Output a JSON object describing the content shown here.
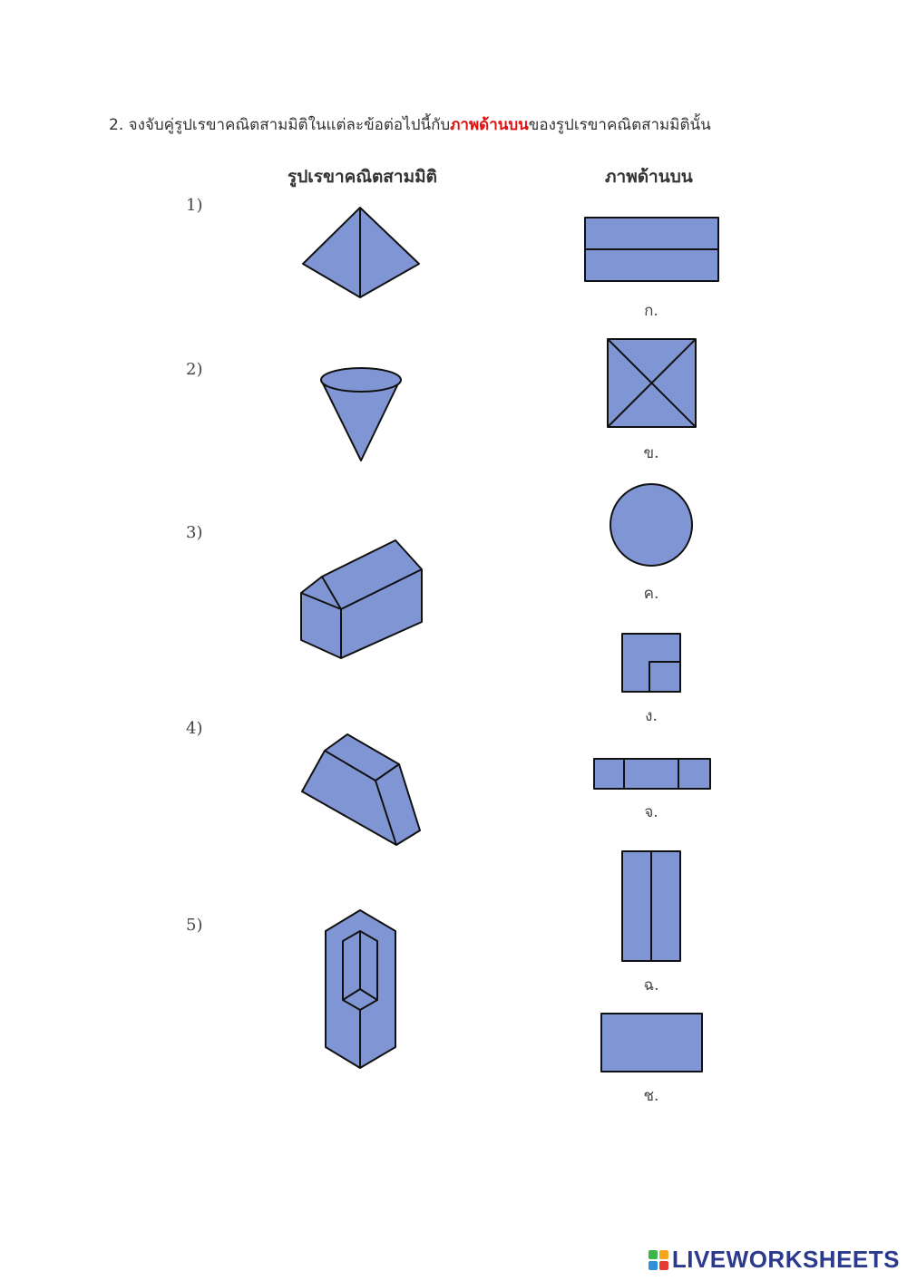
{
  "instruction": {
    "before": "2. จงจับคู่รูปเรขาคณิตสามมิติในแต่ละข้อต่อไปนี้กับ",
    "highlight": "ภาพด้านบน",
    "after": "ของรูปเรขาคณิตสามมิตินั้น"
  },
  "headers": {
    "left": "รูปเรขาคณิตสามมิติ",
    "right": "ภาพด้านบน"
  },
  "items": [
    "1)",
    "2)",
    "3)",
    "4)",
    "5)"
  ],
  "answers": [
    "ก.",
    "ข.",
    "ค.",
    "ง.",
    "จ.",
    "ฉ.",
    "ช."
  ],
  "colors": {
    "shape_fill": "#8096d4",
    "outline": "#111111",
    "highlight": "#e01010",
    "brand": "#2b3a8c"
  },
  "logo": {
    "text": "LIVEWORKSHEETS"
  }
}
